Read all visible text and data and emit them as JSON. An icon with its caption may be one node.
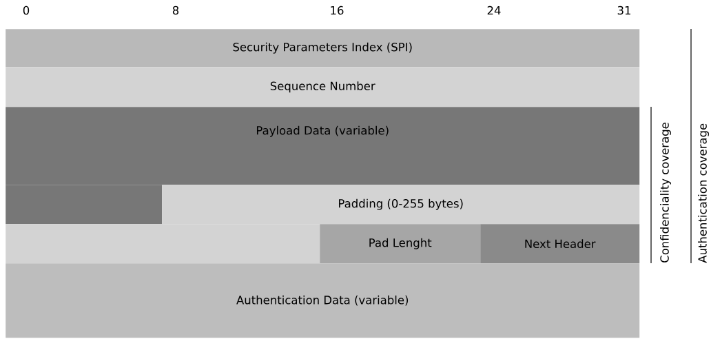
{
  "diagram": {
    "nodes": [
      {
        "text": [
          "Security Parameters Index (SPI)"
        ]
      },
      {
        "text": [
          "Sequence Number"
        ]
      },
      {
        "text": [
          "Payload Data (variable)"
        ]
      },
      {
        "text": [],
        "shape": "box"
      },
      {
        "text": [
          "Padding (0-255 bytes)"
        ]
      },
      {
        "text": [],
        "shape": "box"
      },
      {
        "text": [
          "Pad Lenght"
        ]
      },
      {
        "text": [
          "Next Header"
        ]
      },
      {
        "text": [
          "Authentication Data (variable)"
        ]
      }
    ],
    "labels": [
      "0",
      "8",
      "16",
      "24",
      "31",
      "Confidenciality coverage",
      "Authentication coverage"
    ]
  }
}
